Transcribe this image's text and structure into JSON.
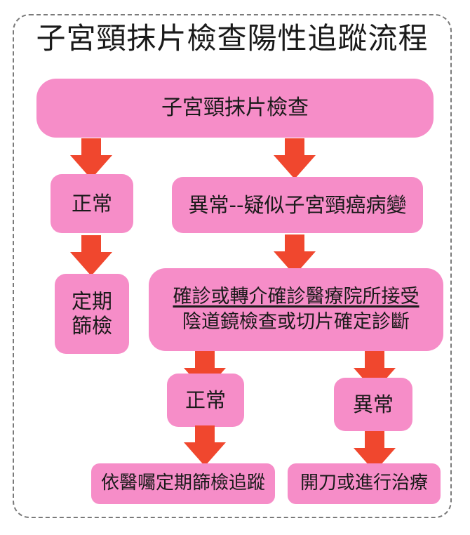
{
  "title": "子宮頸抹片檢查陽性追蹤流程",
  "nodes": {
    "pap_test": "子宮頸抹片檢查",
    "normal_1": "正常",
    "abnormal_1": "異常--疑似子宮頸癌病變",
    "screening_line1": "定期",
    "screening_line2": "篩檢",
    "confirm_line1": "確診或轉介確診醫療院所接受",
    "confirm_line2": "陰道鏡檢查或切片確定診斷",
    "normal_2": "正常",
    "abnormal_2": "異常",
    "follow_up": "依醫囑定期篩檢追蹤",
    "treatment": "開刀或進行治療"
  },
  "colors": {
    "box": "#f68dc8",
    "arrow": "#f0472e",
    "border": "#7a7a7a"
  }
}
